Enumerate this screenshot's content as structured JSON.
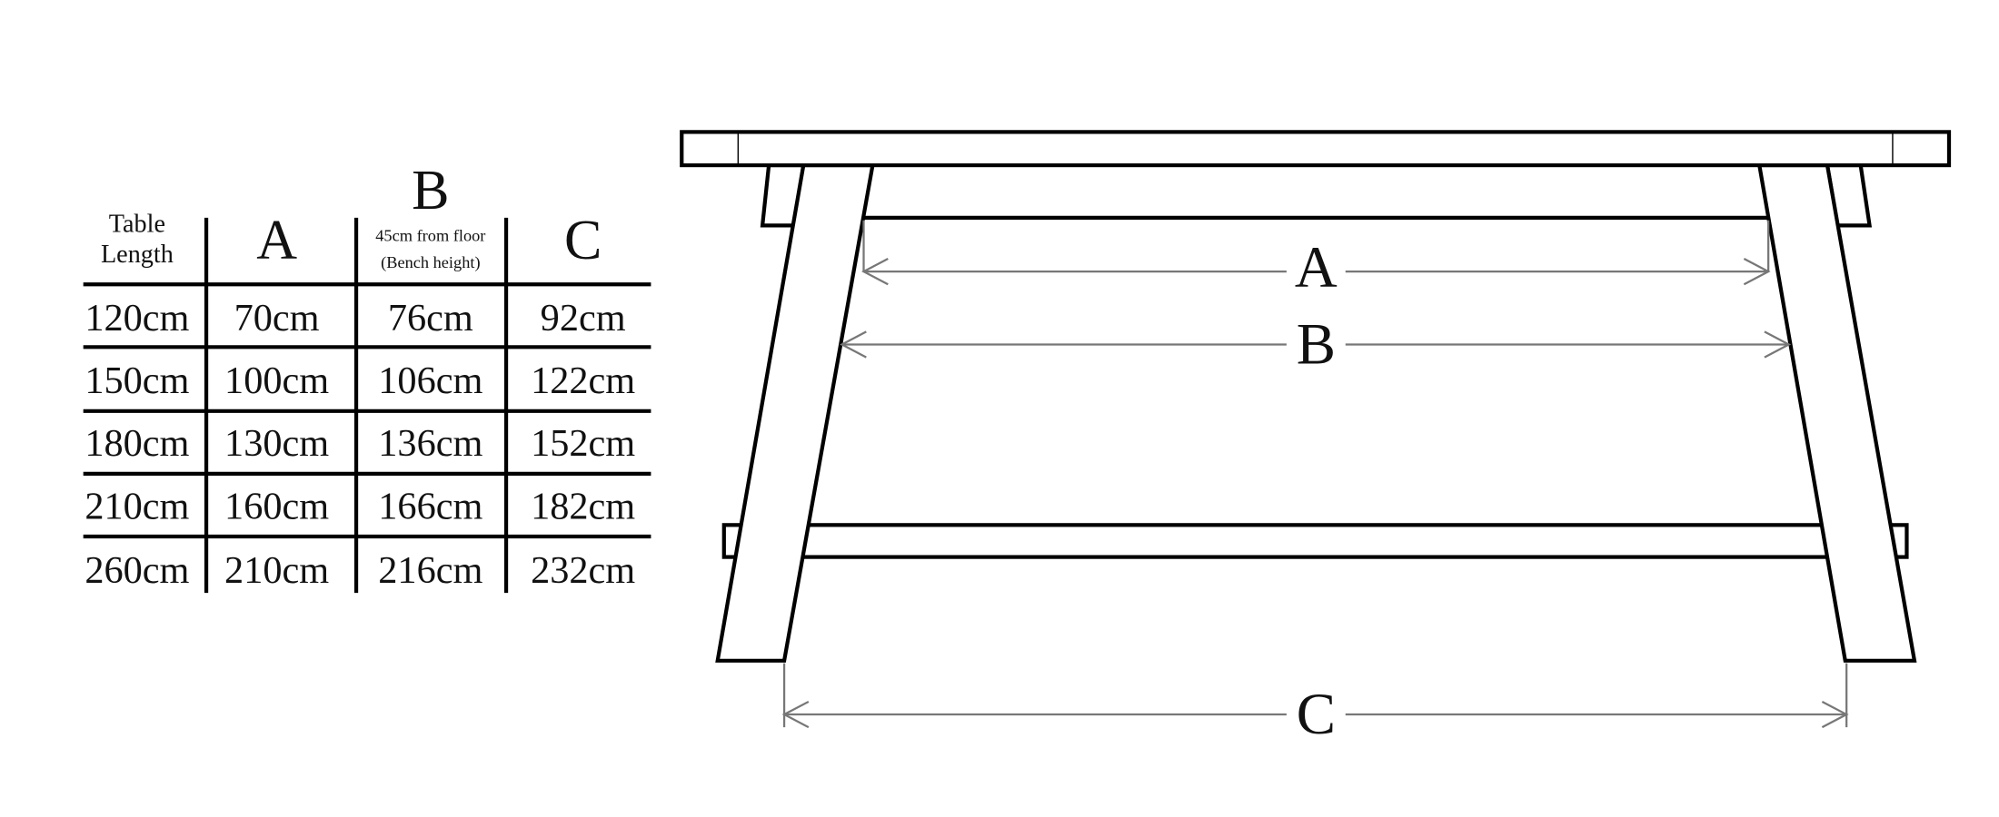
{
  "table": {
    "headers": {
      "length": [
        "Table",
        "Length"
      ],
      "a": "A",
      "b": "B",
      "b_note": [
        "45cm from floor",
        "(Bench height)"
      ],
      "c": "C"
    },
    "rows": [
      [
        "120cm",
        "70cm",
        "76cm",
        "92cm"
      ],
      [
        "150cm",
        "100cm",
        "106cm",
        "122cm"
      ],
      [
        "180cm",
        "130cm",
        "136cm",
        "152cm"
      ],
      [
        "210cm",
        "160cm",
        "166cm",
        "182cm"
      ],
      [
        "260cm",
        "210cm",
        "216cm",
        "232cm"
      ]
    ]
  },
  "diagram": {
    "label_a": "A",
    "label_b": "B",
    "label_c": "C",
    "dimension_color": "#777777"
  }
}
